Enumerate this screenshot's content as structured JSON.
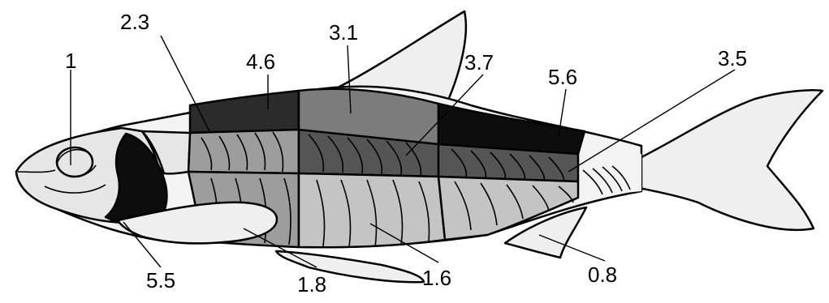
{
  "diagram": {
    "labels": [
      {
        "id": "head",
        "text": "1"
      },
      {
        "id": "nape",
        "text": "2.3"
      },
      {
        "id": "dorsal-front",
        "text": "4.6"
      },
      {
        "id": "dorsal-mid",
        "text": "3.1"
      },
      {
        "id": "mid-lateral",
        "text": "3.7"
      },
      {
        "id": "dorsal-rear",
        "text": "5.6"
      },
      {
        "id": "rear-lateral",
        "text": "3.5"
      },
      {
        "id": "pectoral",
        "text": "5.5"
      },
      {
        "id": "belly-front",
        "text": "1.8"
      },
      {
        "id": "belly-mid",
        "text": "1.6"
      },
      {
        "id": "belly-rear",
        "text": "0.8"
      }
    ],
    "fill_colors": {
      "black": "#0d0d0d",
      "dark": "#2b2b2b",
      "mid_dark": "#555555",
      "mid": "#7c7c7c",
      "gray": "#9d9d9d",
      "light": "#c4c4c4",
      "lightest": "#e6e6e6",
      "fin": "#efefef"
    }
  }
}
